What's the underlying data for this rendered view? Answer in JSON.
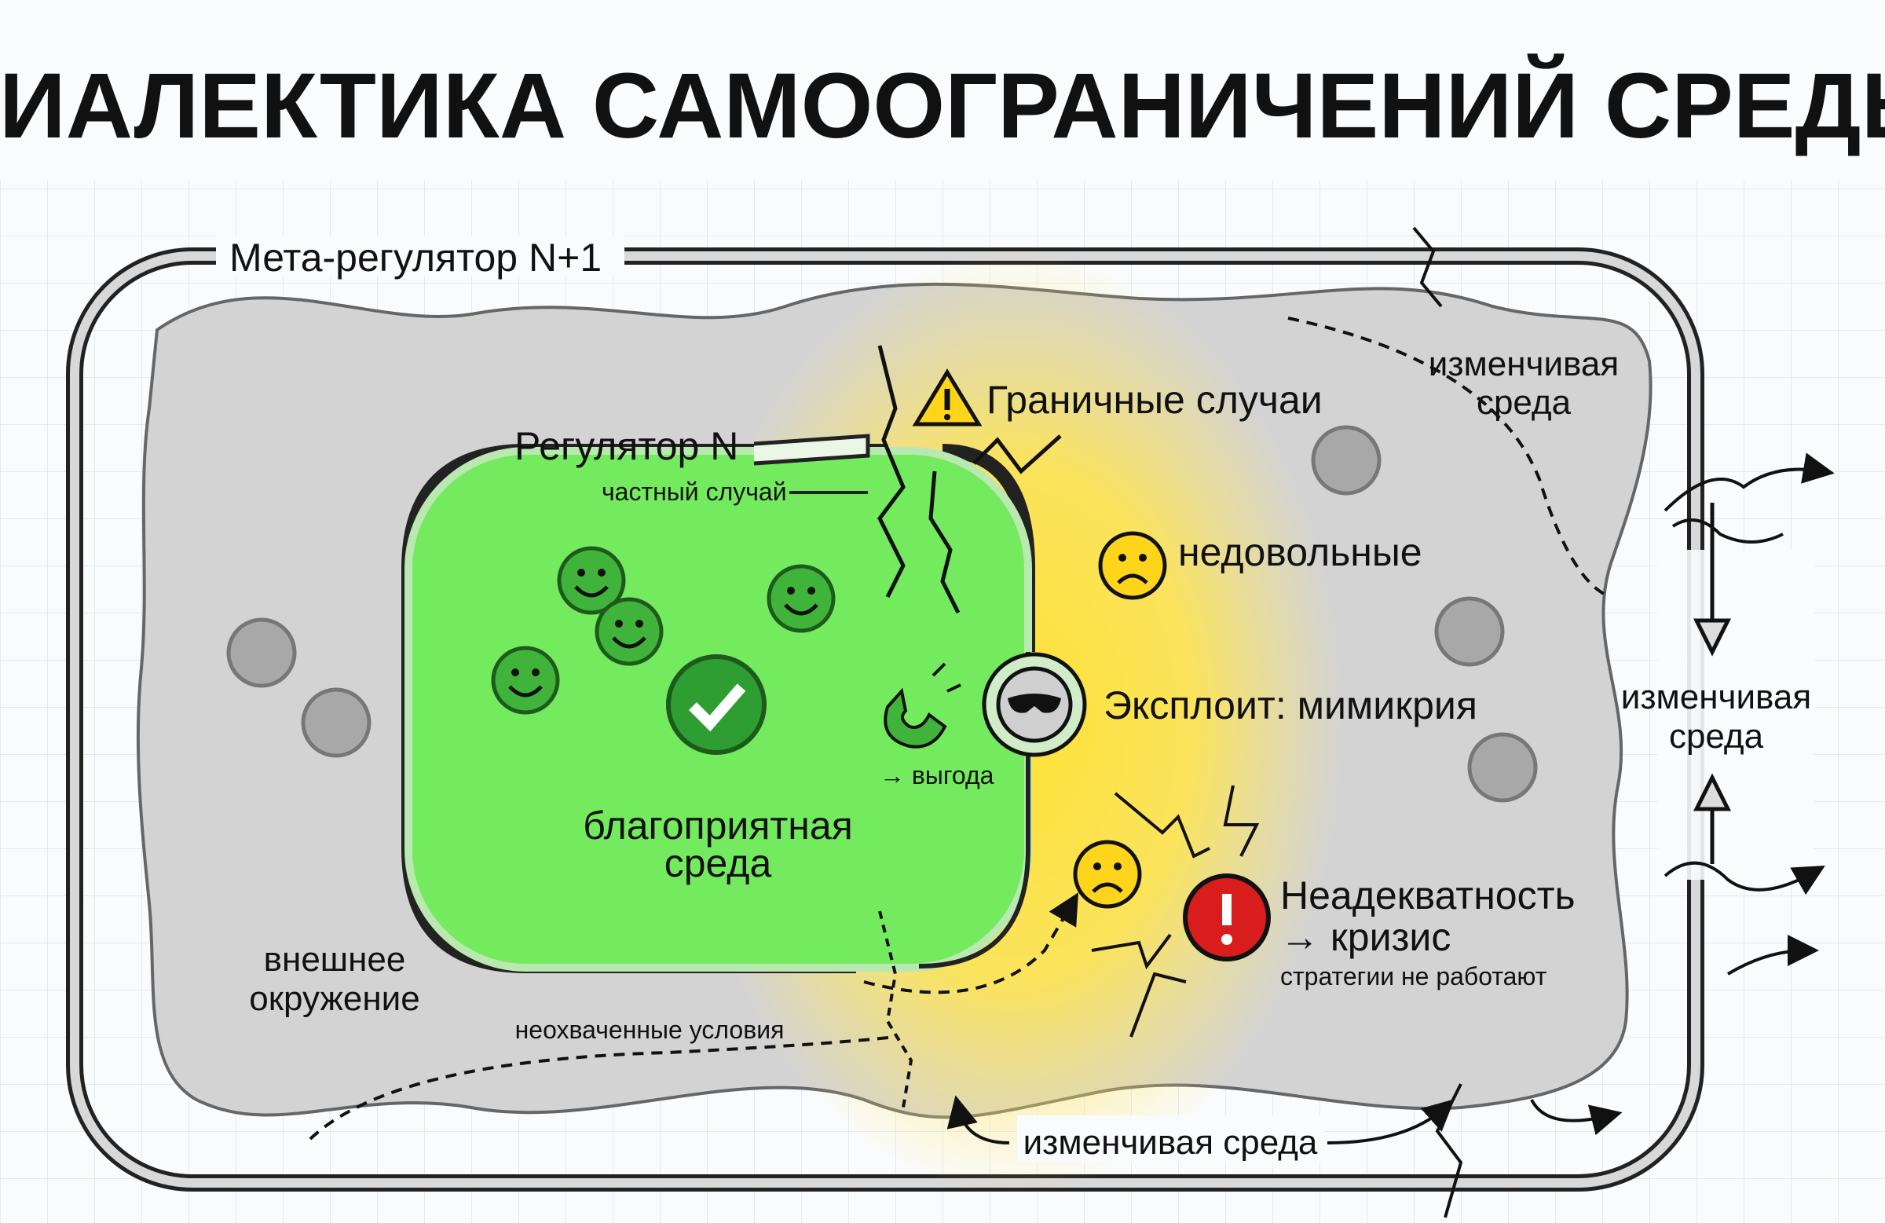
{
  "title": "ДИАЛЕКТИКА САМООГРАНИЧЕНИЙ СРЕДЫ",
  "meta_regulator": "Мета-регулятор N+1",
  "regulator": "Регулятор N",
  "particular_case": "частный случай",
  "favorable": [
    "благоприятная",
    "среда"
  ],
  "benefit": "→ выгода",
  "boundary_cases": "Граничные случаи",
  "dissatisfied": "недовольные",
  "exploit": "Эксплоит: мимикрия",
  "inadequacy": "Неадекватность",
  "crisis": "→ кризис",
  "strategies_fail": "стратегии не работают",
  "changing_env_top": [
    "изменчивая",
    "среда"
  ],
  "changing_env_right": [
    "изменчивая",
    "среда"
  ],
  "changing_env_bottom": "изменчивая среда",
  "external": [
    "внешнее",
    "окружение"
  ],
  "uncovered": "неохваченные условия",
  "colors": {
    "green": "#74ea5e",
    "smiley_green": "#3fb33a",
    "yellow": "#ffe45a",
    "gray": "#d3d3d3",
    "red": "#d91c1c"
  },
  "icons": [
    "warning-icon",
    "smiley-icon",
    "check-icon",
    "magnet-icon",
    "mask-icon",
    "frown-icon",
    "exclamation-icon"
  ]
}
